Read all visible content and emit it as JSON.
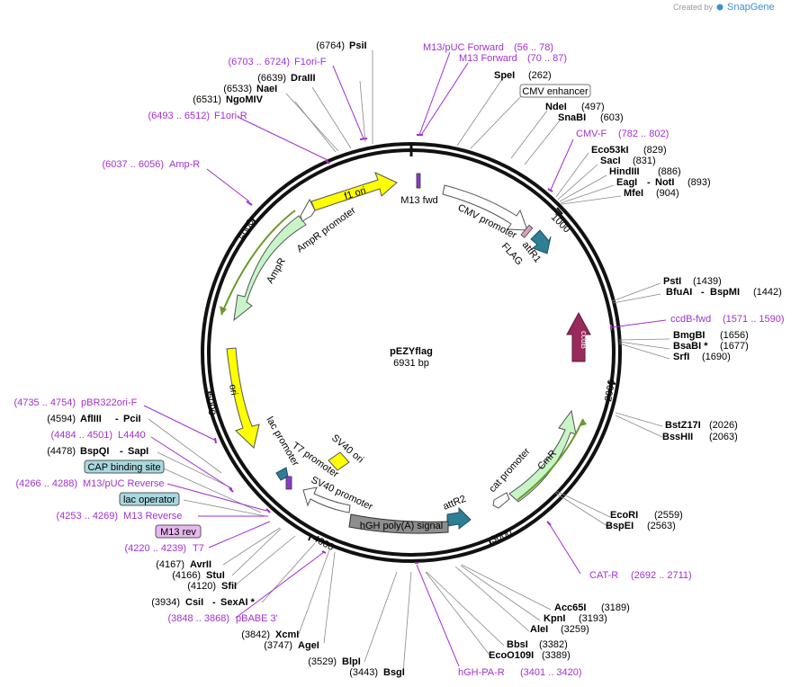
{
  "credit": {
    "prefix": "Created by",
    "brand": "SnapGene"
  },
  "plasmid": {
    "name": "pEZYflag",
    "size": "6931 bp"
  },
  "colors": {
    "purple": "#a230d0",
    "ampr": "#c8f5c8",
    "ori": "#ffff00",
    "feature_outline": "#444444",
    "ccdb": "#9a2a5c",
    "attr": "#2e7f94",
    "hgh": "#8e8e8e",
    "m13_label": "#e6b8ee",
    "cap_label": "#a8d8e0"
  },
  "ticks": [
    "1000",
    "2000",
    "3000",
    "4000",
    "5000",
    "6000"
  ],
  "features": {
    "f1ori": "f1 ori",
    "m13fwd": "M13 fwd",
    "cmv": "CMV promoter",
    "flag": "FLAG",
    "attr1": "attR1",
    "ccdb": "ccdB",
    "cmr": "CmR",
    "catpromoter": "cat promoter",
    "attr2": "attR2",
    "hgh": "hGH poly(A) signal",
    "sv40promoter": "SV40 promoter",
    "sv40ori": "SV40 ori",
    "t7promoter": "T7 promoter",
    "lacpromoter": "lac promoter",
    "ori": "ori",
    "ampr": "AmpR",
    "amprpromoter": "AmpR promoter"
  },
  "sites": {
    "psi": {
      "pos": "(6764)",
      "name": "PsiI"
    },
    "m13puc": {
      "name": "M13/pUC Forward",
      "pos": "(56 .. 78)"
    },
    "m13f": {
      "name": "M13 Forward",
      "pos": "(70 .. 87)"
    },
    "f1orif": {
      "pos": "(6703 .. 6724)",
      "name": "F1ori-F"
    },
    "spe": {
      "name": "SpeI",
      "pos": "(262)"
    },
    "dra": {
      "pos": "(6639)",
      "name": "DraIII"
    },
    "cmvenh": {
      "name": "CMV enhancer"
    },
    "nae": {
      "pos": "(6533)",
      "name": "NaeI"
    },
    "ngo": {
      "pos": "(6531)",
      "name": "NgoMIV"
    },
    "nde": {
      "name": "NdeI",
      "pos": "(497)"
    },
    "snab": {
      "name": "SnaBI",
      "pos": "(603)"
    },
    "f1orir": {
      "pos": "(6493 .. 6512)",
      "name": "F1ori-R"
    },
    "cmvf": {
      "name": "CMV-F",
      "pos": "(782 .. 802)"
    },
    "eco53": {
      "name": "Eco53kI",
      "pos": "(829)"
    },
    "sac": {
      "name": "SacI",
      "pos": "(831)"
    },
    "ampr": {
      "pos": "(6037 .. 6056)",
      "name": "Amp-R"
    },
    "hind": {
      "name": "HindIII",
      "pos": "(886)"
    },
    "eag": {
      "name": "EagI",
      "sep": "-",
      "name2": "NotI",
      "pos": "(893)"
    },
    "mfe": {
      "name": "MfeI",
      "pos": "(904)"
    },
    "pst": {
      "name": "PstI",
      "pos": "(1439)"
    },
    "bfua": {
      "name": "BfuAI",
      "sep": "-",
      "name2": "BspMI",
      "pos": "(1442)"
    },
    "ccdbfwd": {
      "name": "ccdB-fwd",
      "pos": "(1571 .. 1590)"
    },
    "bmgb": {
      "name": "BmgBI",
      "pos": "(1656)"
    },
    "bsab": {
      "name": "BsaBI *",
      "pos": "(1677)"
    },
    "srf": {
      "name": "SrfI",
      "pos": "(1690)"
    },
    "pbr": {
      "pos": "(4735 .. 4754)",
      "name": "pBR322ori-F"
    },
    "afl": {
      "pos": "(4594)",
      "name": "AflIII",
      "sep": "-",
      "name2": "PciI"
    },
    "bstz": {
      "name": "BstZ17I",
      "pos": "(2026)"
    },
    "bssh": {
      "name": "BssHII",
      "pos": "(2063)"
    },
    "l4440": {
      "pos": "(4484 .. 4501)",
      "name": "L4440"
    },
    "bspq": {
      "pos": "(4478)",
      "name": "BspQI",
      "sep": "-",
      "name2": "SapI"
    },
    "capbs": {
      "name": "CAP binding site"
    },
    "m13pucrev": {
      "pos": "(4266 .. 4288)",
      "name": "M13/pUC Reverse"
    },
    "lacop": {
      "name": "lac operator"
    },
    "m13rev": {
      "pos": "(4253 .. 4269)",
      "name": "M13 Reverse"
    },
    "m13revlbl": {
      "name": "M13 rev"
    },
    "t7": {
      "pos": "(4220 .. 4239)",
      "name": "T7"
    },
    "ecori": {
      "name": "EcoRI",
      "pos": "(2559)"
    },
    "bspe": {
      "name": "BspEI",
      "pos": "(2563)"
    },
    "avr": {
      "pos": "(4167)",
      "name": "AvrII"
    },
    "stu": {
      "pos": "(4166)",
      "name": "StuI"
    },
    "cat": {
      "name": "CAT-R",
      "pos": "(2692 .. 2711)"
    },
    "sfi": {
      "pos": "(4120)",
      "name": "SfiI"
    },
    "csi": {
      "pos": "(3934)",
      "name": "CsiI",
      "sep": "-",
      "name2": "SexAI *"
    },
    "acc65": {
      "name": "Acc65I",
      "pos": "(3189)"
    },
    "kpn": {
      "name": "KpnI",
      "pos": "(3193)"
    },
    "pbabe": {
      "pos": "(3848 .. 3868)",
      "name": "pBABE 3'"
    },
    "ale": {
      "name": "AleI",
      "pos": "(3259)"
    },
    "xcm": {
      "pos": "(3842)",
      "name": "XcmI"
    },
    "age": {
      "pos": "(3747)",
      "name": "AgeI"
    },
    "bbs": {
      "name": "BbsI",
      "pos": "(3382)"
    },
    "ecoo": {
      "name": "EcoO109I",
      "pos": "(3389)"
    },
    "blp": {
      "pos": "(3529)",
      "name": "BlpI"
    },
    "bsg": {
      "pos": "(3443)",
      "name": "BsgI"
    },
    "hghpar": {
      "name": "hGH-PA-R",
      "pos": "(3401 .. 3420)"
    }
  }
}
